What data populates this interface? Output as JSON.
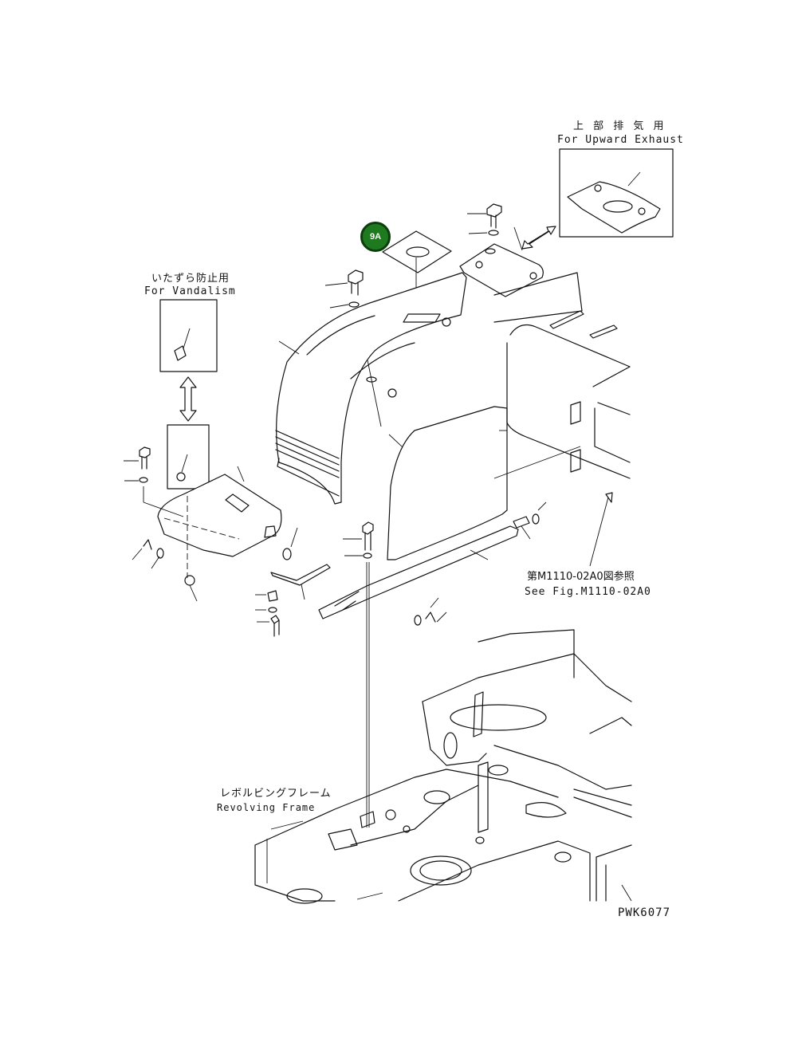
{
  "labels": {
    "upward_jp": "上 部 排 気 用",
    "upward_en": "For Upward Exhaust",
    "vandal_jp": "いたずら防止用",
    "vandal_en": "For Vandalism",
    "seefig_jp": "第M1110-02A0図参照",
    "seefig_en": "See Fig.M1110-02A0",
    "frame_jp": "レボルビングフレーム",
    "frame_en": "Revolving Frame",
    "drawing_no": "PWK6077"
  },
  "callout": {
    "label": "9A",
    "color": "#1f7a1f"
  }
}
